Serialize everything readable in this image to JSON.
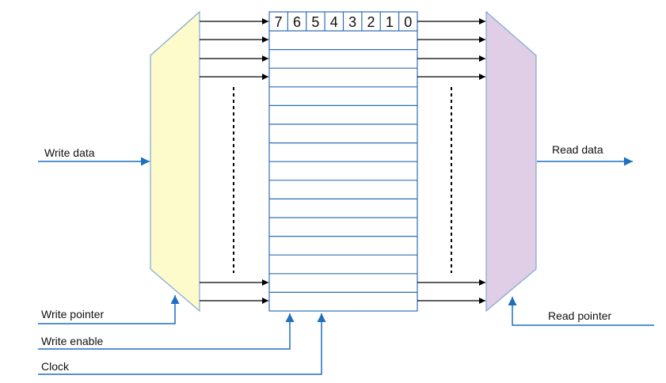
{
  "labels": {
    "write_data": "Write data",
    "read_data": "Read data",
    "write_pointer": "Write pointer",
    "write_enable": "Write enable",
    "clock": "Clock",
    "read_pointer": "Read pointer"
  },
  "bits": [
    "7",
    "6",
    "5",
    "4",
    "3",
    "2",
    "1",
    "0"
  ],
  "colors": {
    "write_mux_fill": "#fdfacc",
    "read_mux_fill": "#e0cde6",
    "mux_stroke": "#7fa9d2",
    "register_line": "#2e6fb3",
    "signal_line": "#1f6fbf",
    "data_arrow": "#000000"
  }
}
